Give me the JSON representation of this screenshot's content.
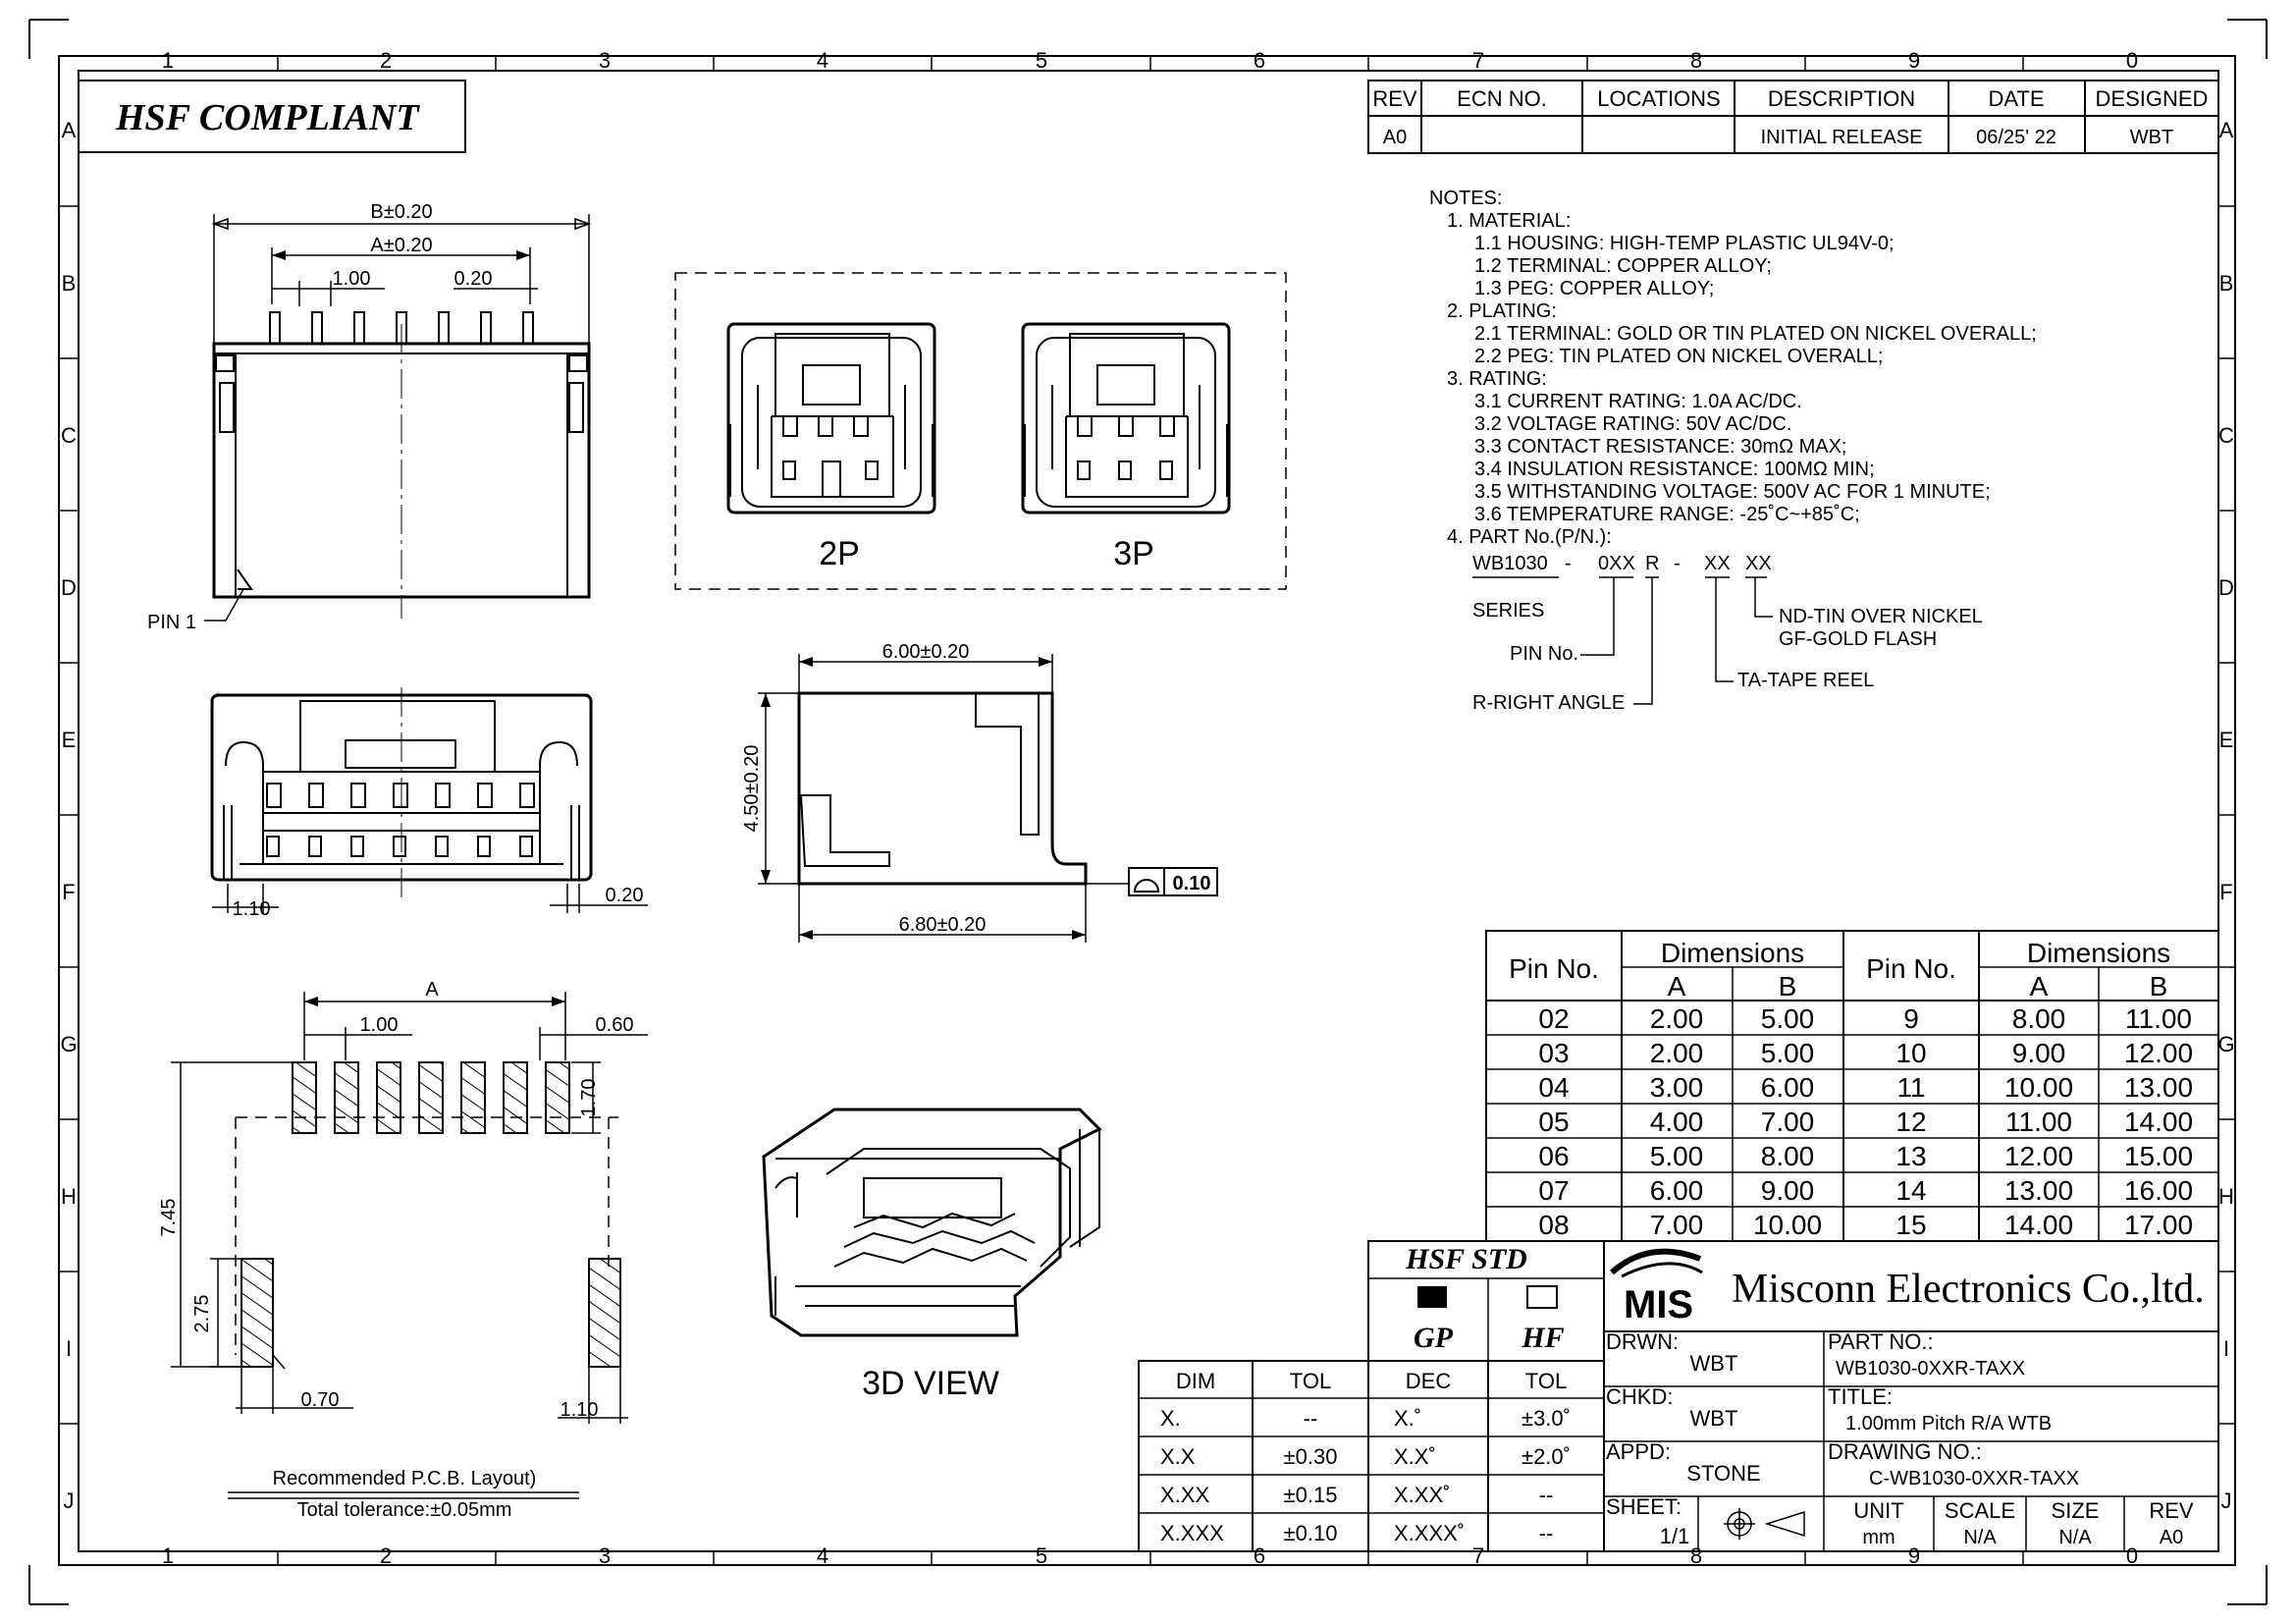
{
  "title_block": {
    "hsf_compliant": "HSF  COMPLIANT",
    "company": "Misconn Electronics Co.,ltd.",
    "logo_text": "MIS",
    "hsf_std": "HSF  STD",
    "gp": "GP",
    "hf": "HF",
    "drwn_label": "DRWN:",
    "drwn_value": "WBT",
    "chkd_label": "CHKD:",
    "chkd_value": "WBT",
    "appd_label": "APPD:",
    "appd_value": "STONE",
    "sheet_label": "SHEET:",
    "sheet_value": "1/1",
    "part_no_label": "PART  NO.:",
    "part_no_value": "WB1030-0XXR-TAXX",
    "title_label": "TITLE:",
    "title_value": "1.00mm  Pitch  R/A  WTB",
    "drawing_no_label": "DRAWING  NO.:",
    "drawing_no_value": "C-WB1030-0XXR-TAXX",
    "unit_label": "UNIT",
    "unit_value": "mm",
    "scale_label": "SCALE",
    "scale_value": "N/A",
    "size_label": "SIZE",
    "size_value": "N/A",
    "rev_label": "REV",
    "rev_value": "A0"
  },
  "revision_table": {
    "headers": [
      "REV",
      "ECN  NO.",
      "LOCATIONS",
      "DESCRIPTION",
      "DATE",
      "DESIGNED"
    ],
    "row": [
      "A0",
      "",
      "",
      "INITIAL  RELEASE",
      "06/25' 22",
      "WBT"
    ]
  },
  "grid": {
    "columns": [
      "1",
      "2",
      "3",
      "4",
      "5",
      "6",
      "7",
      "8",
      "9",
      "0"
    ],
    "rows": [
      "A",
      "B",
      "C",
      "D",
      "E",
      "F",
      "G",
      "H",
      "I",
      "J"
    ]
  },
  "notes": [
    "NOTES:",
    "1.  MATERIAL:",
    "1.1  HOUSING:  HIGH-TEMP  PLASTIC  UL94V-0;",
    "1.2  TERMINAL:  COPPER  ALLOY;",
    "1.3  PEG:  COPPER  ALLOY;",
    "2.  PLATING:",
    "2.1  TERMINAL:  GOLD  OR  TIN  PLATED  ON  NICKEL  OVERALL;",
    "2.2  PEG:  TIN  PLATED  ON  NICKEL  OVERALL;",
    "3.  RATING:",
    "3.1  CURRENT  RATING:  1.0A  AC/DC.",
    "3.2  VOLTAGE  RATING:  50V  AC/DC.",
    "3.3  CONTACT  RESISTANCE:  30mΩ  MAX;",
    "3.4  INSULATION  RESISTANCE:  100MΩ  MIN;",
    "3.5  WITHSTANDING  VOLTAGE:  500V  AC  FOR  1  MINUTE;",
    "3.6  TEMPERATURE  RANGE:  -25˚C~+85˚C;",
    "4.  PART  No.(P/N.):"
  ],
  "part_number_breakdown": {
    "code": [
      "WB1030",
      "-",
      "0XX",
      "R",
      "-",
      "XX",
      "XX"
    ],
    "series": "SERIES",
    "pin_no": "PIN  No.",
    "right_angle": "R-RIGHT  ANGLE",
    "tape_reel": "TA-TAPE  REEL",
    "nd": "ND-TIN  OVER  NICKEL",
    "gf": "GF-GOLD  FLASH"
  },
  "dimensions_table": {
    "pin_header": "Pin  No.",
    "dim_header": "Dimensions",
    "a": "A",
    "b": "B",
    "rows": [
      [
        "02",
        "2.00",
        "5.00",
        "9",
        "8.00",
        "11.00"
      ],
      [
        "03",
        "2.00",
        "5.00",
        "10",
        "9.00",
        "12.00"
      ],
      [
        "04",
        "3.00",
        "6.00",
        "11",
        "10.00",
        "13.00"
      ],
      [
        "05",
        "4.00",
        "7.00",
        "12",
        "11.00",
        "14.00"
      ],
      [
        "06",
        "5.00",
        "8.00",
        "13",
        "12.00",
        "15.00"
      ],
      [
        "07",
        "6.00",
        "9.00",
        "14",
        "13.00",
        "16.00"
      ],
      [
        "08",
        "7.00",
        "10.00",
        "15",
        "14.00",
        "17.00"
      ]
    ]
  },
  "tolerance_table": {
    "headers": [
      "DIM",
      "TOL",
      "DEC",
      "TOL"
    ],
    "rows": [
      [
        "X.",
        "--",
        "X.˚",
        "±3.0˚"
      ],
      [
        "X.X",
        "±0.30",
        "X.X˚",
        "±2.0˚"
      ],
      [
        "X.XX",
        "±0.15",
        "X.XX˚",
        "--"
      ],
      [
        "X.XXX",
        "±0.10",
        "X.XXX˚",
        "--"
      ]
    ]
  },
  "labels": {
    "b_dim": "B±0.20",
    "a_dim": "A±0.20",
    "pitch": "1.00",
    "pin_w": "0.20",
    "pin1": "PIN  1",
    "variant_2p": "2P",
    "variant_3p": "3P",
    "w600": "6.00±0.20",
    "h450": "4.50±0.20",
    "w680": "6.80±0.20",
    "flat": "0.10",
    "f110": "1.10",
    "f020": "0.20",
    "pcb_a": "A",
    "pcb_pitch": "1.00",
    "pcb_060": "0.60",
    "pcb_170": "1.70",
    "pcb_745": "7.45",
    "pcb_275": "2.75",
    "pcb_070": "0.70",
    "pcb_110": "1.10",
    "pcb_title": "Recommended  P.C.B.  Layout)",
    "pcb_tol": "Total  tolerance:±0.05mm",
    "view3d": "3D  VIEW"
  }
}
